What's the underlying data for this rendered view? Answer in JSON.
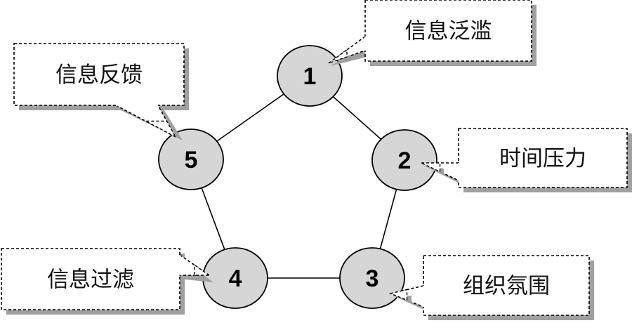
{
  "diagram": {
    "type": "cycle",
    "colors": {
      "node_fill": "#d6d6d6",
      "node_stroke": "#000000",
      "edge": "#000000",
      "callout_fill": "#ffffff",
      "callout_border": "#000000",
      "shadow": "#a0a0a0"
    },
    "nodes": [
      {
        "id": "1",
        "label": "1",
        "callout": "信息泛滥"
      },
      {
        "id": "2",
        "label": "2",
        "callout": "时间压力"
      },
      {
        "id": "3",
        "label": "3",
        "callout": "组织氛围"
      },
      {
        "id": "4",
        "label": "4",
        "callout": "信息过滤"
      },
      {
        "id": "5",
        "label": "5",
        "callout": "信息反馈"
      }
    ],
    "edges": [
      [
        "1",
        "2"
      ],
      [
        "2",
        "3"
      ],
      [
        "3",
        "4"
      ],
      [
        "4",
        "5"
      ],
      [
        "5",
        "1"
      ]
    ]
  }
}
